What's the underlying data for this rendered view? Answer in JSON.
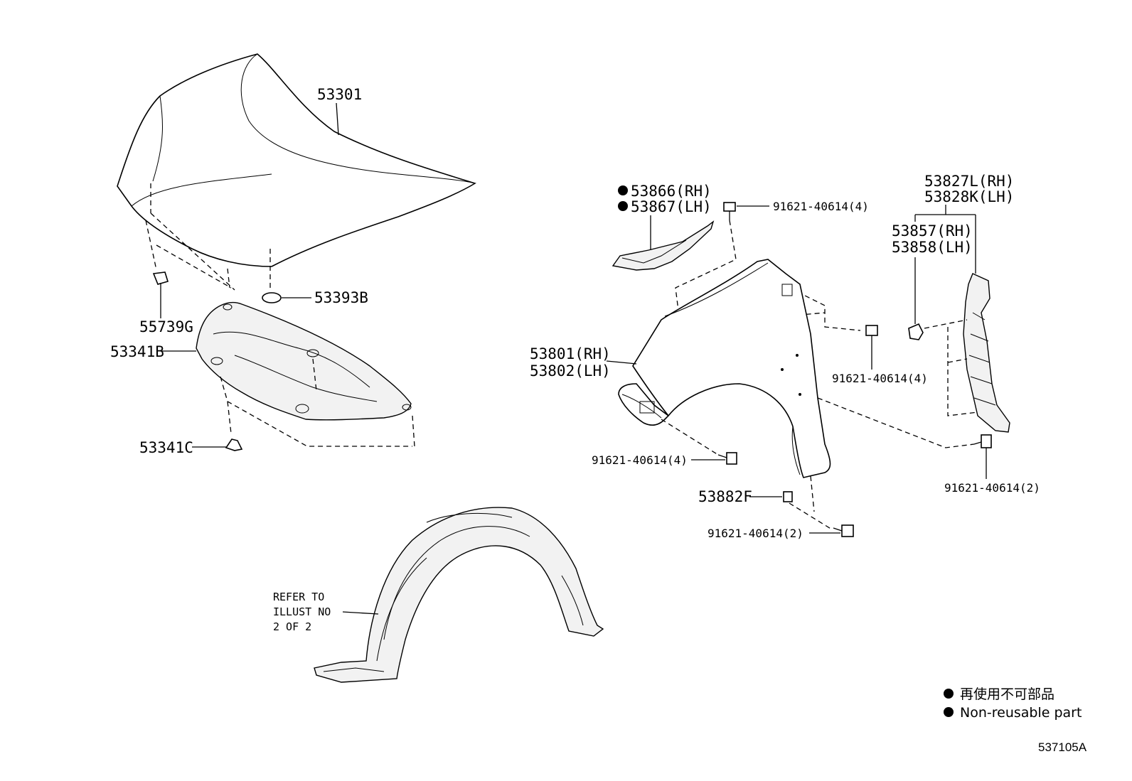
{
  "labels": {
    "hood": "53301",
    "hood_cushion": "53393B",
    "clip_55739g": "55739G",
    "insulator": "53341B",
    "clip_53341c": "53341C",
    "seal_rh": "53866(RH)",
    "seal_lh": "53867(LH)",
    "bolt_top": "91621-40614(4)",
    "fender_rh": "53801(RH)",
    "fender_lh": "53802(LH)",
    "bolt_mid_right": "91621-40614(4)",
    "bolt_mid_left": "91621-40614(4)",
    "bracket_rh": "53827L(RH)",
    "bracket_lh": "53828K(LH)",
    "cushion_rh": "53857(RH)",
    "cushion_lh": "53858(LH)",
    "bolt_right_bottom": "91621-40614(2)",
    "plate": "53882F",
    "bolt_bottom": "91621-40614(2)",
    "liner_note_1": "REFER TO",
    "liner_note_2": "ILLUST NO",
    "liner_note_3": "2 OF 2"
  },
  "legend": {
    "line1": "再使用不可部品",
    "line2": "Non-reusable part"
  },
  "illustration_code": "537105A"
}
